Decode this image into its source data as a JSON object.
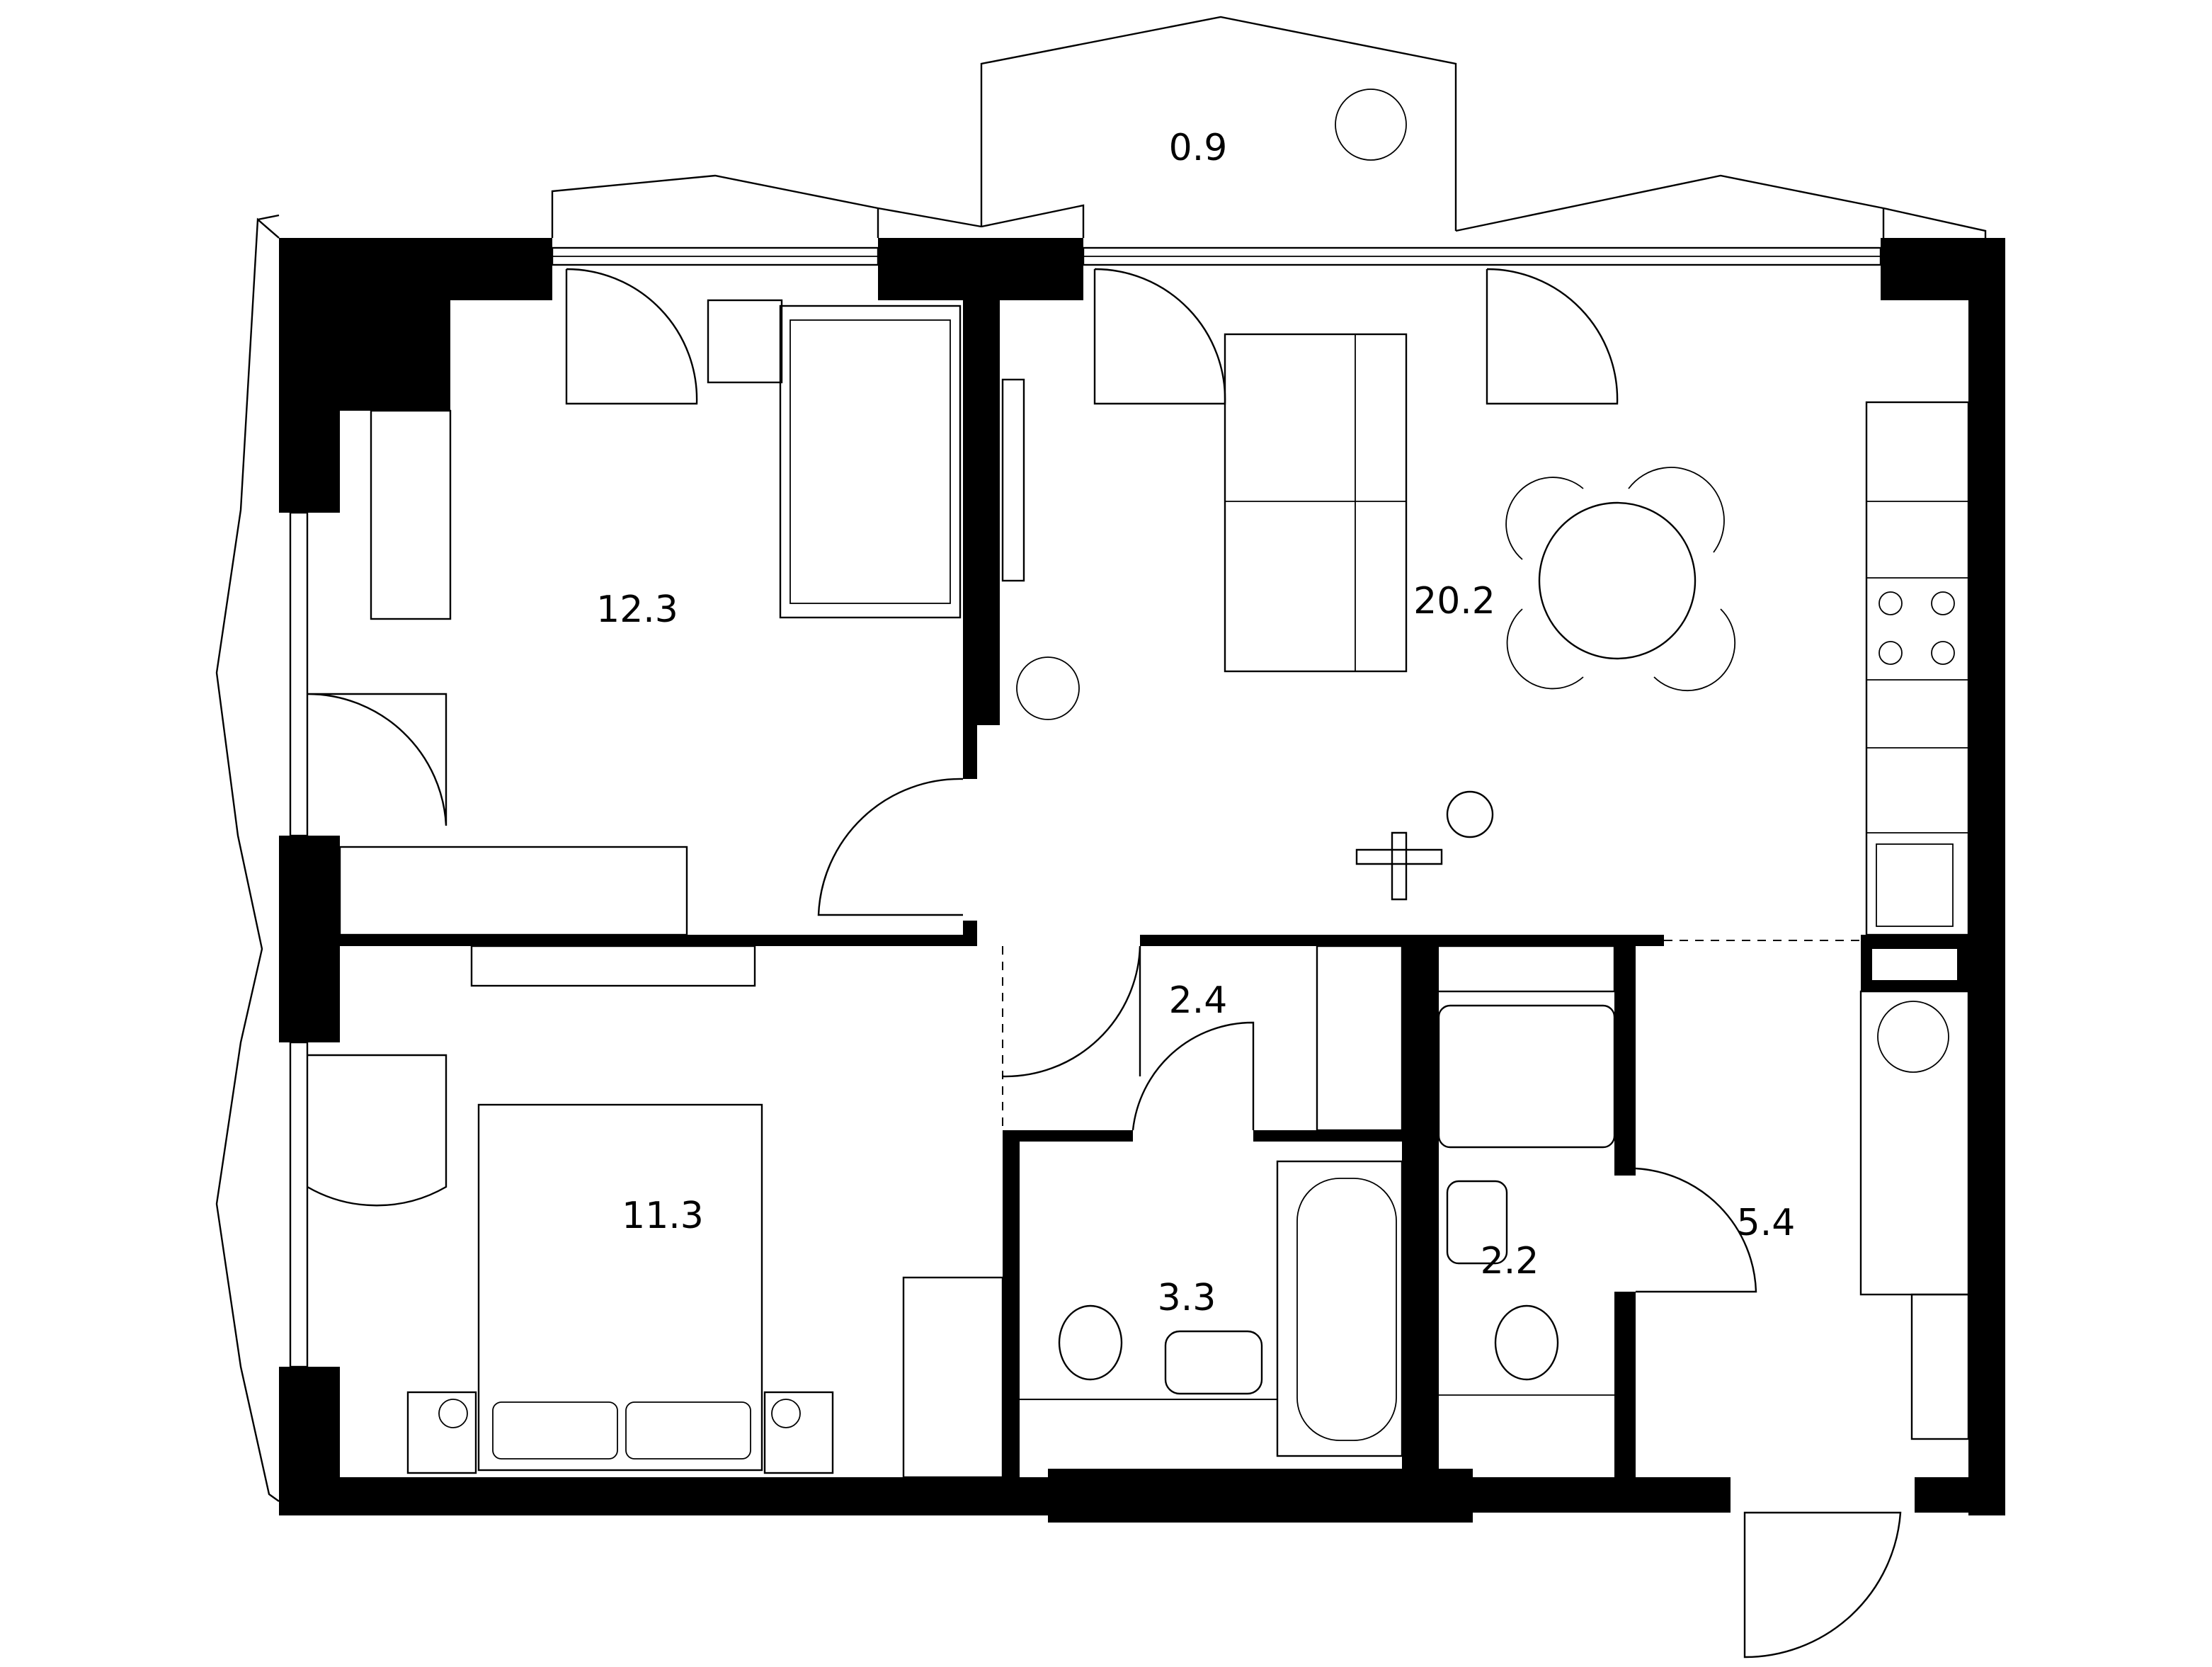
{
  "plan": {
    "rooms": [
      {
        "id": "balcony",
        "area": "0.9"
      },
      {
        "id": "children-bedroom",
        "area": "12.3"
      },
      {
        "id": "living-kitchen",
        "area": "20.2"
      },
      {
        "id": "corridor",
        "area": "2.4"
      },
      {
        "id": "bedroom",
        "area": "11.3"
      },
      {
        "id": "bathroom",
        "area": "3.3"
      },
      {
        "id": "wc",
        "area": "2.2"
      },
      {
        "id": "hallway",
        "area": "5.4"
      }
    ],
    "colors": {
      "wall": "#000000",
      "background": "#ffffff"
    }
  }
}
